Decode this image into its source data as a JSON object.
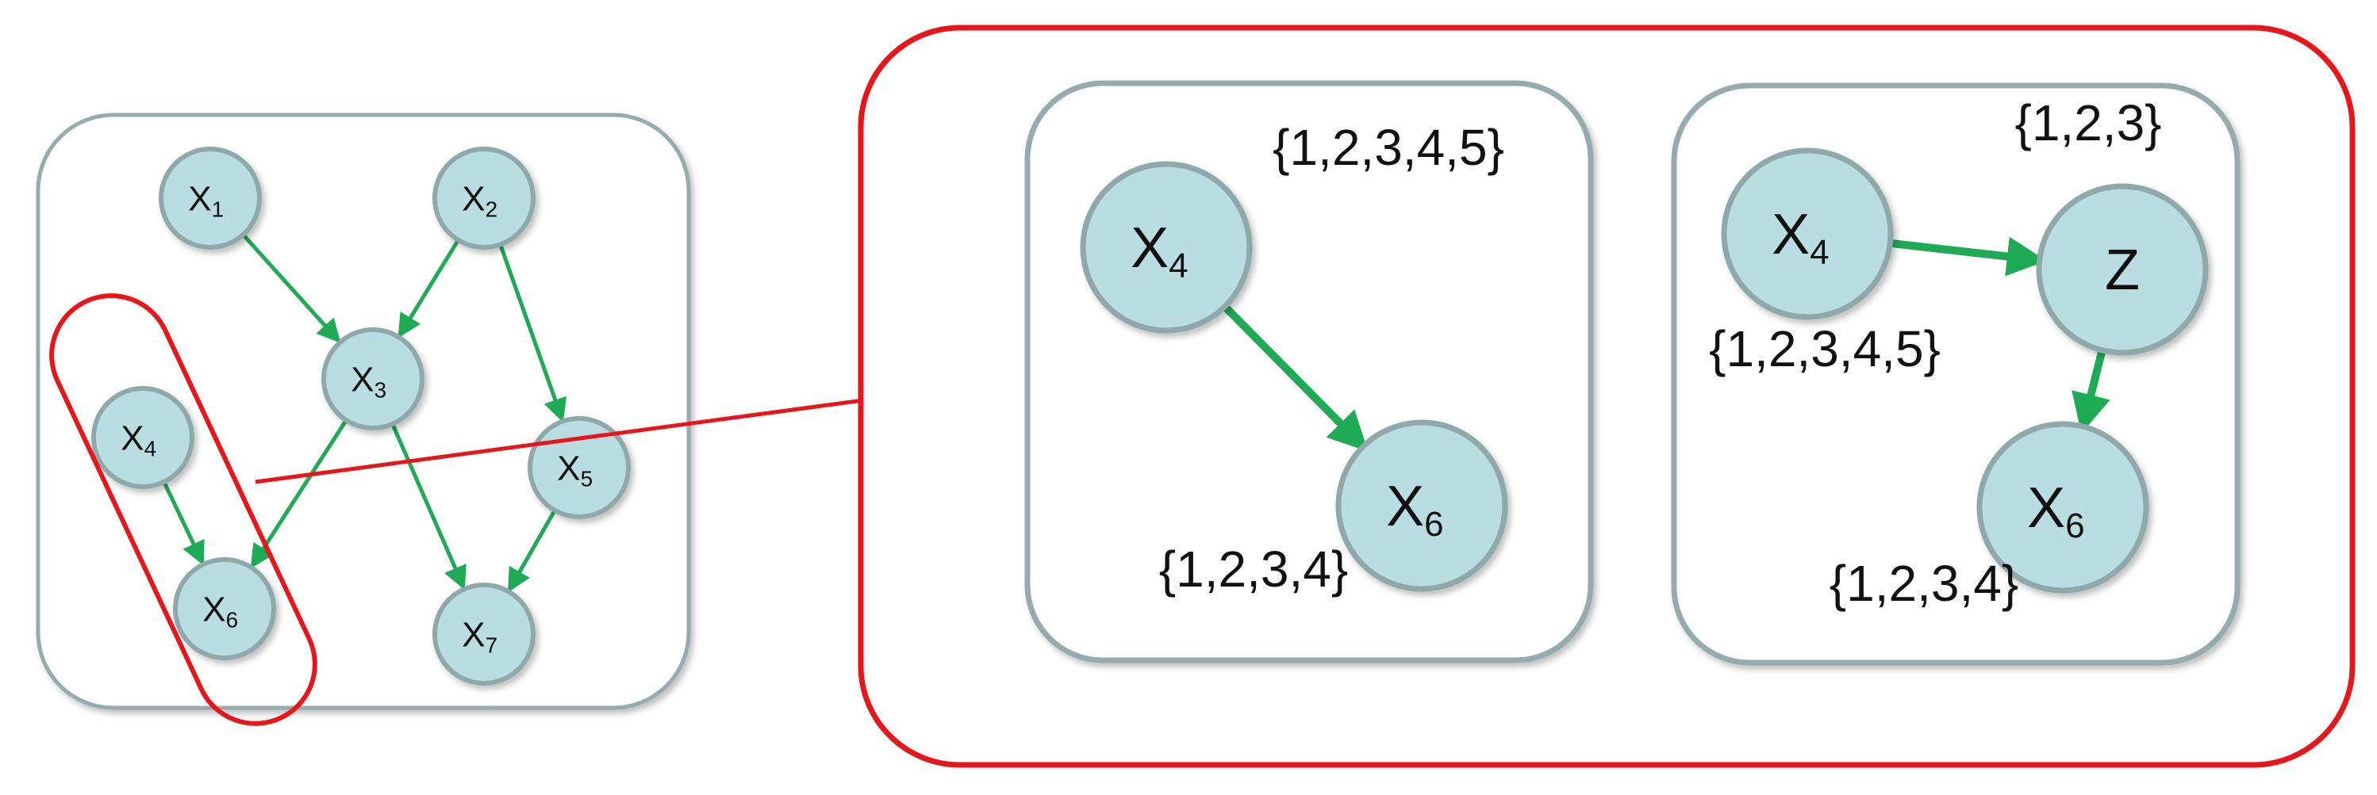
{
  "colors": {
    "node_fill": "#b9dde0",
    "node_stroke": "#8fa8aa",
    "panel_stroke": "#96abad",
    "edge": "#1faa55",
    "highlight": "#e8161b"
  },
  "overview": {
    "nodes": {
      "x1": {
        "base": "X",
        "sub": "1"
      },
      "x2": {
        "base": "X",
        "sub": "2"
      },
      "x3": {
        "base": "X",
        "sub": "3"
      },
      "x4": {
        "base": "X",
        "sub": "4"
      },
      "x5": {
        "base": "X",
        "sub": "5"
      },
      "x6": {
        "base": "X",
        "sub": "6"
      },
      "x7": {
        "base": "X",
        "sub": "7"
      }
    },
    "edges": [
      {
        "from": "x1",
        "to": "x3"
      },
      {
        "from": "x2",
        "to": "x3"
      },
      {
        "from": "x2",
        "to": "x5"
      },
      {
        "from": "x3",
        "to": "x6"
      },
      {
        "from": "x3",
        "to": "x7"
      },
      {
        "from": "x4",
        "to": "x6"
      },
      {
        "from": "x5",
        "to": "x7"
      }
    ],
    "highlighted_group": [
      "x4",
      "x6"
    ]
  },
  "detail_left": {
    "nodes": {
      "x4": {
        "base": "X",
        "sub": "4",
        "set": "{1,2,3,4,5}"
      },
      "x6": {
        "base": "X",
        "sub": "6",
        "set": "{1,2,3,4}"
      }
    },
    "edges": [
      {
        "from": "x4",
        "to": "x6"
      }
    ]
  },
  "detail_right": {
    "nodes": {
      "x4": {
        "base": "X",
        "sub": "4",
        "set": "{1,2,3,4,5}"
      },
      "z": {
        "base": "Z",
        "sub": "",
        "set": "{1,2,3}"
      },
      "x6": {
        "base": "X",
        "sub": "6",
        "set": "{1,2,3,4}"
      }
    },
    "edges": [
      {
        "from": "x4",
        "to": "z"
      },
      {
        "from": "z",
        "to": "x6"
      }
    ]
  }
}
